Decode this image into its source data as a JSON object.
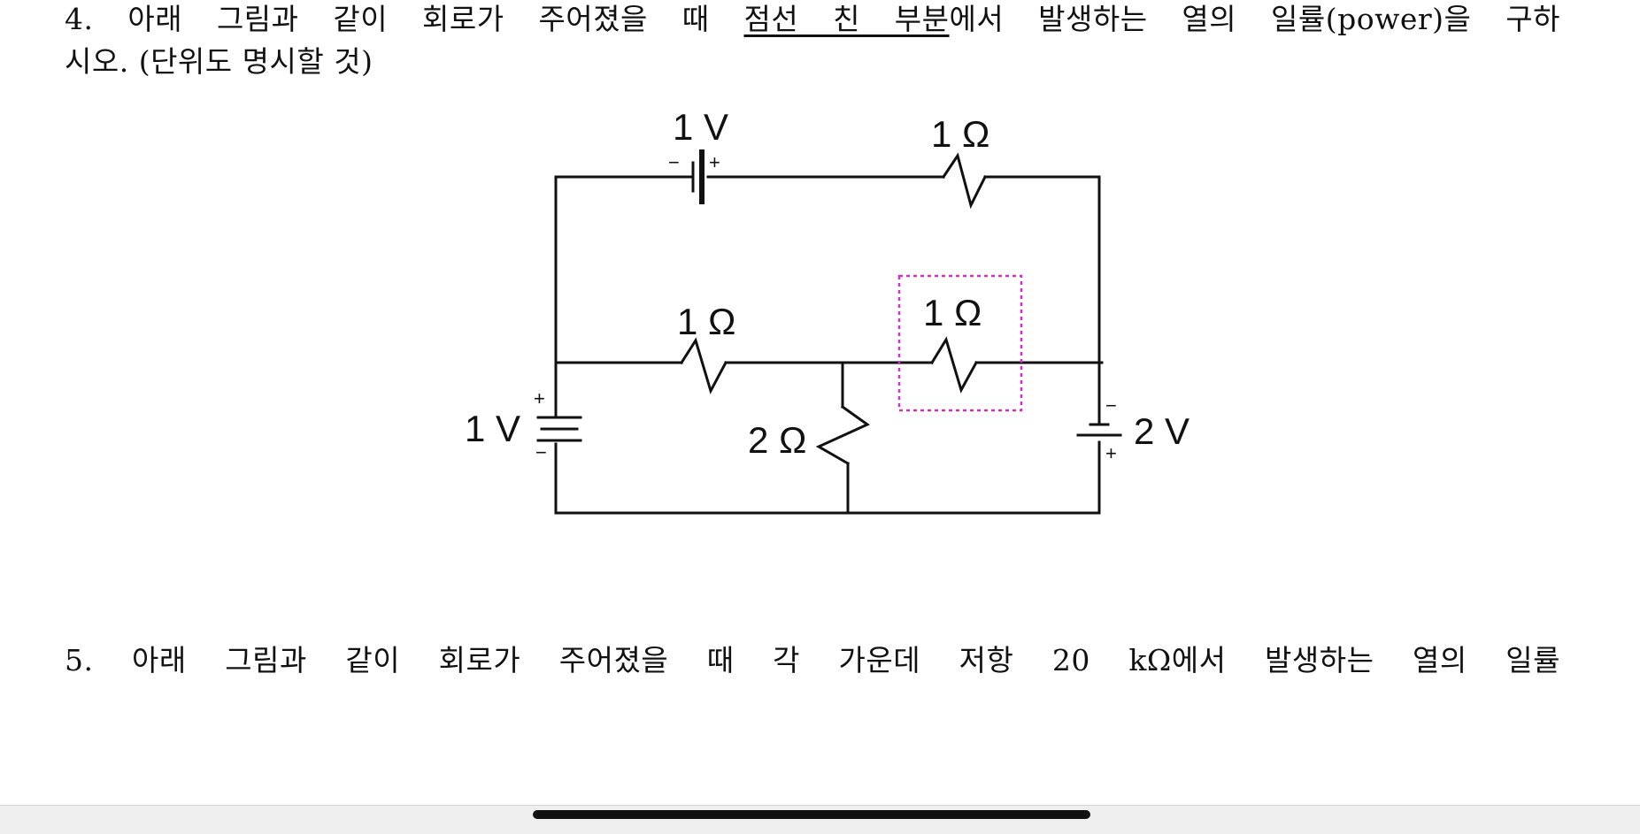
{
  "question4": {
    "line1_prefix": "4. 아래 그림과 같이 회로가 주어졌을 때 ",
    "line1_underlined": "점선 친 부분",
    "line1_suffix": "에서 발생하는 열의 일률(power)을 구하",
    "line2": "시오. (단위도 명시할 것)"
  },
  "circuit": {
    "top_battery_label": "1 V",
    "top_battery_minus": "−",
    "top_battery_plus": "+",
    "top_resistor_label": "1 Ω",
    "mid_left_resistor_label": "1 Ω",
    "mid_right_resistor_label": "1 Ω",
    "left_battery_label": "1 V",
    "left_battery_plus": "+",
    "left_battery_minus": "−",
    "bottom_resistor_label": "2 Ω",
    "right_battery_label": "2 V",
    "right_battery_minus": "−",
    "right_battery_plus": "+",
    "highlight_color": "#cc33cc"
  },
  "question5": {
    "line1": "5. 아래 그림과 같이 회로가 주어졌을 때 각 가운데 저항 20 kΩ에서 발생하는 열의 일률"
  }
}
